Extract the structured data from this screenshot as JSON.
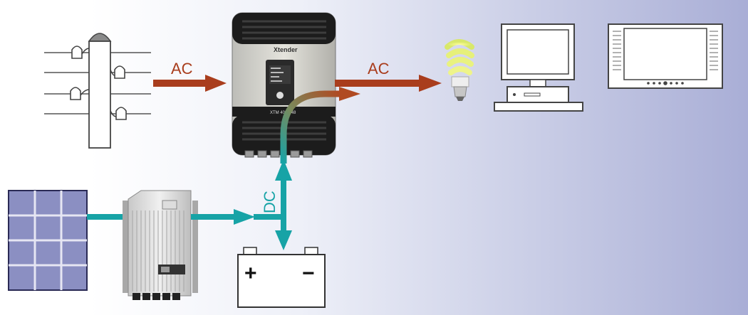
{
  "labels": {
    "ac_in": "AC",
    "ac_out": "AC",
    "dc": "DC",
    "battery_plus": "+",
    "battery_minus": "−",
    "inverter_brand": "Xtender",
    "inverter_model": "XTM 4000-48"
  },
  "colors": {
    "ac_flow": "#a93d1d",
    "dc_flow": "#17a3a6",
    "solar_cell": "#8b8fc2",
    "background_end": "#a9aed6"
  },
  "icons": [
    "utility-pole-icon",
    "inverter-icon",
    "light-bulb-icon",
    "desktop-computer-icon",
    "monitor-icon",
    "solar-panel-icon",
    "charge-controller-icon",
    "battery-icon"
  ]
}
